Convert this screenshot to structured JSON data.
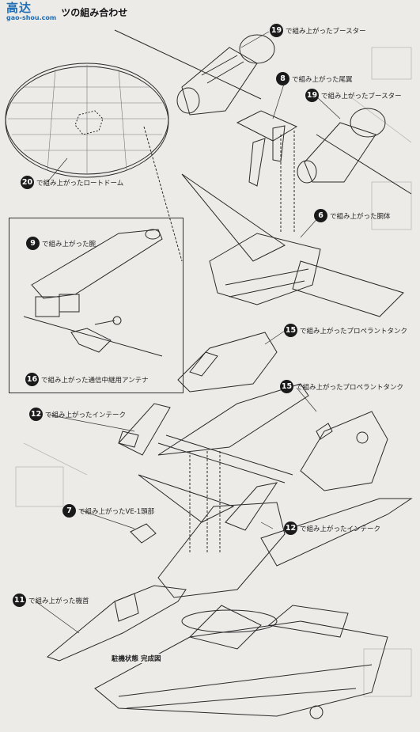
{
  "header": {
    "logo_main": "高达",
    "logo_sub": "gao-shou.com",
    "title": "ツの組み合わせ"
  },
  "callouts": [
    {
      "id": "19",
      "text": "で組み上がったブースター"
    },
    {
      "id": "8",
      "text": "で組み上がった尾翼"
    },
    {
      "id": "19",
      "text": "で組み上がったブースター"
    },
    {
      "id": "20",
      "text": "で組み上がったロートドーム"
    },
    {
      "id": "6",
      "text": "で組み上がった胴体"
    },
    {
      "id": "9",
      "text": "で組み上がった腕"
    },
    {
      "id": "16",
      "text": "で組み上がった通信中継用アンテナ"
    },
    {
      "id": "15",
      "text": "で組み上がったプロペラントタンク"
    },
    {
      "id": "15",
      "text": "で組み上がったプロペラントタンク"
    },
    {
      "id": "12",
      "text": "で組み上がったインテーク"
    },
    {
      "id": "7",
      "text": "で組み上がったVE-1頭部"
    },
    {
      "id": "12",
      "text": "で組み上がったインテーク"
    },
    {
      "id": "11",
      "text": "で組み上がった機首"
    }
  ],
  "completed_label": "駐機状態 完成図"
}
